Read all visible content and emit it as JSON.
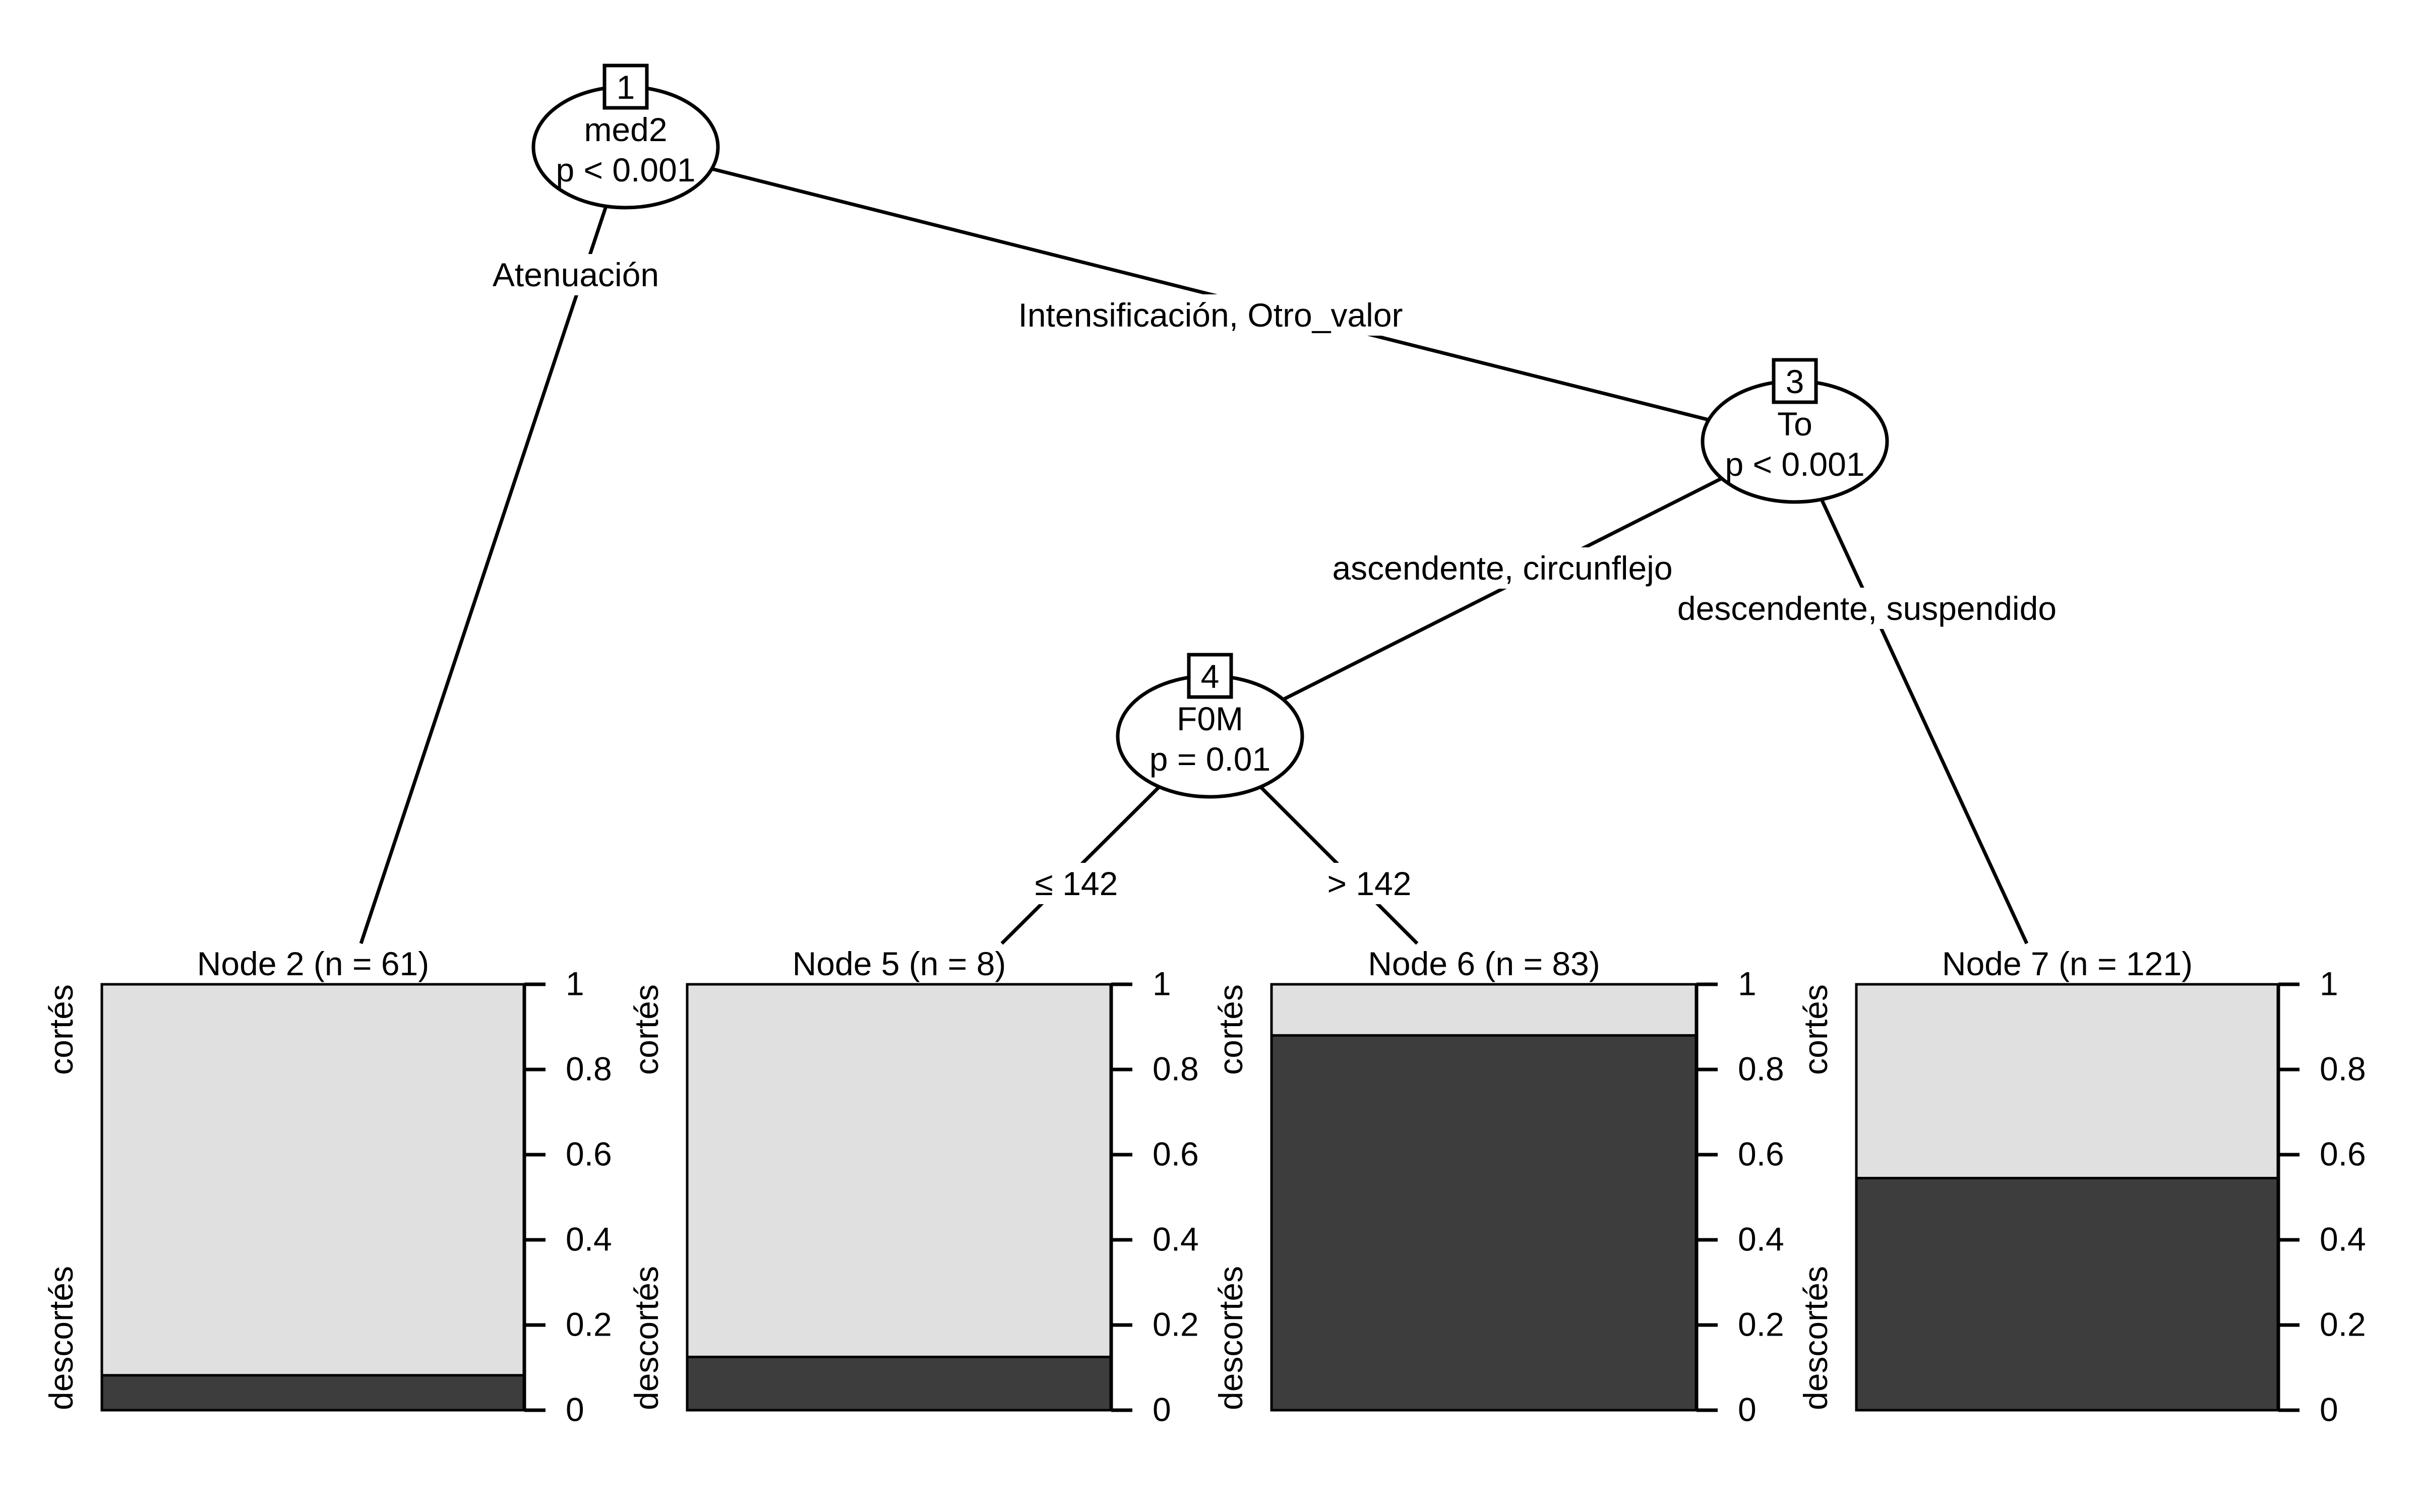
{
  "chart_data": {
    "type": "decision-tree",
    "title": "",
    "response_classes": [
      "descortés",
      "cortés"
    ],
    "class_colors": {
      "descortés": "#3d3d3d",
      "cortés": "#e0e0e0"
    },
    "axis": {
      "ylim": [
        0,
        1
      ],
      "ticks": [
        0,
        0.2,
        0.4,
        0.6,
        0.8,
        1
      ],
      "tick_labels": [
        "0",
        "0.2",
        "0.4",
        "0.6",
        "0.8",
        "1"
      ]
    },
    "inner_nodes": [
      {
        "id": "1",
        "variable": "med2",
        "p_text": "p < 0.001"
      },
      {
        "id": "3",
        "variable": "To",
        "p_text": "p < 0.001"
      },
      {
        "id": "4",
        "variable": "F0M",
        "p_text": "p = 0.01"
      }
    ],
    "edges": [
      {
        "from": "1",
        "to": "2",
        "label": "Atenuación"
      },
      {
        "from": "1",
        "to": "3",
        "label": "Intensificación, Otro_valor"
      },
      {
        "from": "3",
        "to": "4",
        "label": "ascendente, circunflejo"
      },
      {
        "from": "3",
        "to": "7",
        "label": "descendente, suspendido"
      },
      {
        "from": "4",
        "to": "5",
        "label": "≤ 142"
      },
      {
        "from": "4",
        "to": "6",
        "label": "> 142"
      }
    ],
    "terminal_nodes": [
      {
        "id": "2",
        "label": "Node 2 (n = 61)",
        "n": 61,
        "descortes_fraction": 0.082,
        "cortes_fraction": 0.918
      },
      {
        "id": "5",
        "label": "Node 5 (n = 8)",
        "n": 8,
        "descortes_fraction": 0.125,
        "cortes_fraction": 0.875
      },
      {
        "id": "6",
        "label": "Node 6 (n = 83)",
        "n": 83,
        "descortes_fraction": 0.88,
        "cortes_fraction": 0.12
      },
      {
        "id": "7",
        "label": "Node 7 (n = 121)",
        "n": 121,
        "descortes_fraction": 0.545,
        "cortes_fraction": 0.455
      }
    ],
    "class_axis_labels": {
      "top": "cortés",
      "bottom": "descortés"
    }
  }
}
